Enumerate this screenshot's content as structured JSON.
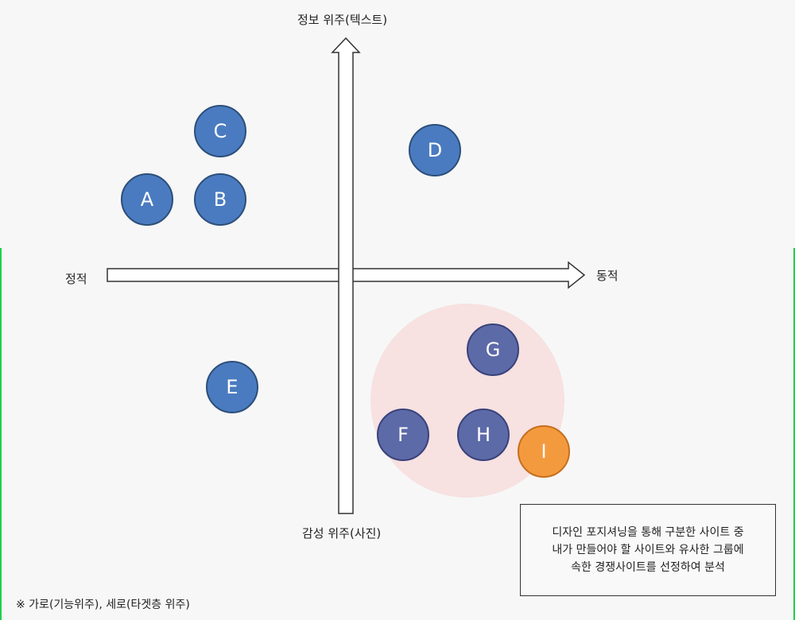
{
  "axes": {
    "top_label": "정보 위주(텍스트)",
    "bottom_label": "감성 위주(사진)",
    "left_label": "정적",
    "right_label": "동적"
  },
  "bubbles": {
    "a": {
      "label": "A",
      "color": "blue"
    },
    "b": {
      "label": "B",
      "color": "blue"
    },
    "c": {
      "label": "C",
      "color": "blue"
    },
    "d": {
      "label": "D",
      "color": "blue"
    },
    "e": {
      "label": "E",
      "color": "blue"
    },
    "f": {
      "label": "F",
      "color": "purple"
    },
    "g": {
      "label": "G",
      "color": "purple"
    },
    "h": {
      "label": "H",
      "color": "purple"
    },
    "i": {
      "label": "I",
      "color": "orange"
    }
  },
  "colors": {
    "blue": "#4a7bc0",
    "purple": "#5d6aa8",
    "orange": "#f49a3e",
    "group_highlight": "#f6dede"
  },
  "note": {
    "line1": "디자인 포지셔닝을 통해 구분한 사이트 중",
    "line2": "내가 만들어야 할 사이트와 유사한 그룹에",
    "line3": "속한 경쟁사이트를 선정하여 분석"
  },
  "footnote": "※ 가로(기능위주), 세로(타겟층 위주)"
}
